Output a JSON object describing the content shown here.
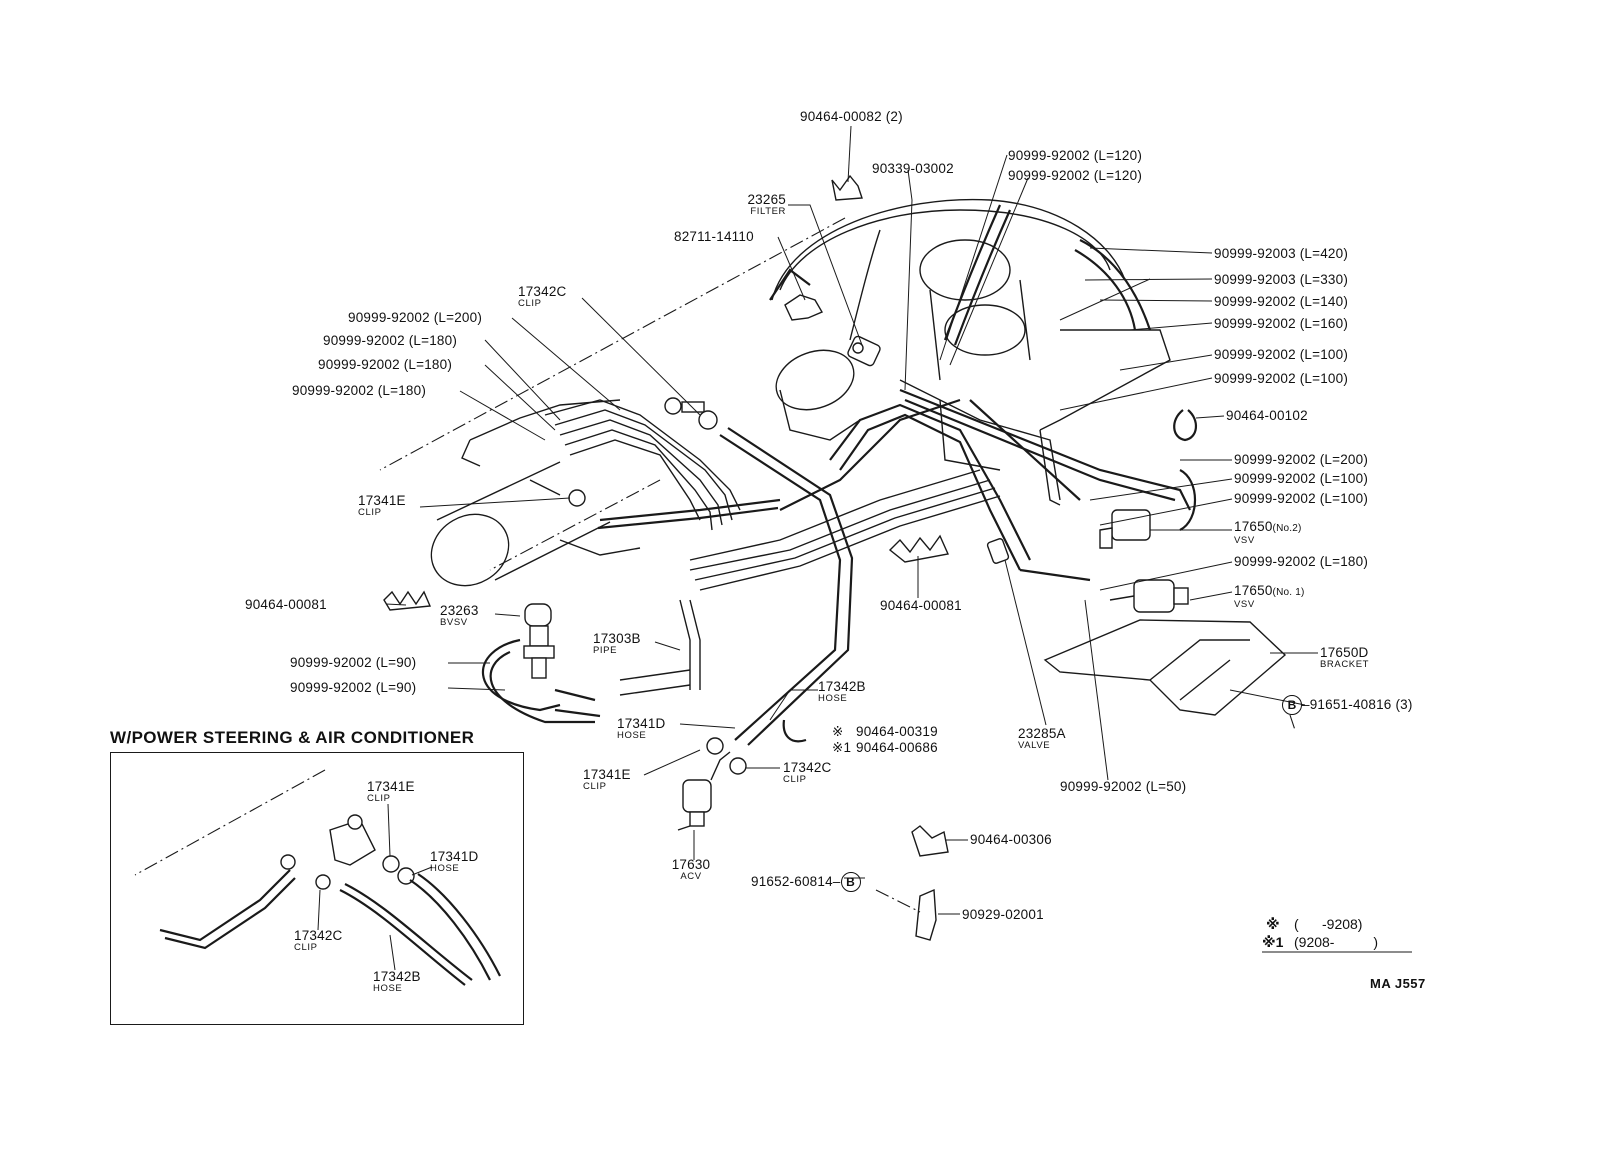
{
  "inset": {
    "title": "W/POWER STEERING & AIR CONDITIONER"
  },
  "diagram_code": "MA J557",
  "notes": {
    "mark1": "※",
    "mark1_text": "(      -9208)",
    "mark2": "※1",
    "mark2_text": "(9208-          )"
  },
  "callout": "B",
  "labels": {
    "p90464_00082": "90464-00082 (2)",
    "p90339_03002": "90339-03002",
    "p90999_92002_l120a": "90999-92002 (L=120)",
    "p90999_92002_l120b": "90999-92002 (L=120)",
    "p23265": "23265",
    "p23265_sub": "FILTER",
    "p82711_14110": "82711-14110",
    "p90999_92003_l420": "90999-92003 (L=420)",
    "p90999_92003_l330": "90999-92003 (L=330)",
    "p90999_92002_l140": "90999-92002 (L=140)",
    "p90999_92002_l160": "90999-92002 (L=160)",
    "p90999_92002_l100a": "90999-92002 (L=100)",
    "p90999_92002_l100b": "90999-92002 (L=100)",
    "p90464_00102": "90464-00102",
    "p90999_92002_l200r": "90999-92002 (L=200)",
    "p90999_92002_l100c": "90999-92002 (L=100)",
    "p90999_92002_l100d": "90999-92002 (L=100)",
    "p17650_2": "17650",
    "p17650_2_no": "(No.2)",
    "p17650_2_sub": "VSV",
    "p90999_92002_l180r": "90999-92002 (L=180)",
    "p17650_1": "17650",
    "p17650_1_no": "(No. 1)",
    "p17650_1_sub": "VSV",
    "p17650d": "17650D",
    "p17650d_sub": "BRACKET",
    "p91651_40816": "91651-40816 (3)",
    "p17342c_top": "17342C",
    "p17342c_top_sub": "CLIP",
    "p90999_92002_l200l": "90999-92002 (L=200)",
    "p90999_92002_l180a": "90999-92002 (L=180)",
    "p90999_92002_l180b": "90999-92002 (L=180)",
    "p90999_92002_l180c": "90999-92002 (L=180)",
    "p17341e_left": "17341E",
    "p17341e_left_sub": "CLIP",
    "p90464_00081_left": "90464-00081",
    "p23263": "23263",
    "p23263_sub": "BVSV",
    "p17303b": "17303B",
    "p17303b_sub": "PIPE",
    "p90999_92002_l90a": "90999-92002 (L=90)",
    "p90999_92002_l90b": "90999-92002 (L=90)",
    "p90464_00081_mid": "90464-00081",
    "p17342b": "17342B",
    "p17342b_sub": "HOSE",
    "p17341d": "17341D",
    "p17341d_sub": "HOSE",
    "p90464_00319_mark": "※",
    "p90464_00319": "90464-00319",
    "p90464_00686_mark": "※1",
    "p90464_00686": "90464-00686",
    "p17341e_low": "17341E",
    "p17341e_low_sub": "CLIP",
    "p17342c_low": "17342C",
    "p17342c_low_sub": "CLIP",
    "p23285a": "23285A",
    "p23285a_sub": "VALVE",
    "p90999_92002_l50": "90999-92002 (L=50)",
    "p17630": "17630",
    "p17630_sub": "ACV",
    "p90464_00306": "90464-00306",
    "p91652_60814": "91652-60814",
    "p90929_02001": "90929-02001",
    "inset_17341e": "17341E",
    "inset_17341e_sub": "CLIP",
    "inset_17341d": "17341D",
    "inset_17341d_sub": "HOSE",
    "inset_17342c": "17342C",
    "inset_17342c_sub": "CLIP",
    "inset_17342b": "17342B",
    "inset_17342b_sub": "HOSE"
  }
}
